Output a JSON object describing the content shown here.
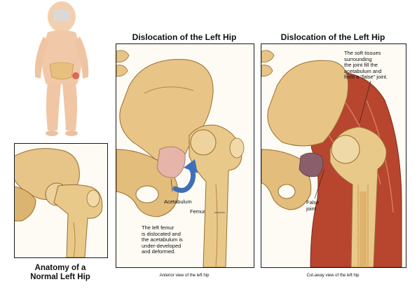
{
  "titles": {
    "middle": "Dislocation of the Left Hip",
    "right": "Dislocation of the Left Hip"
  },
  "normal_caption": {
    "line1": "Anatomy of a",
    "line2": "Normal Left Hip"
  },
  "captions": {
    "middle": "Anterior view of the left hip",
    "right": "Cut-away view of the left hip"
  },
  "labels": {
    "acetabulum": "Acetabulum",
    "femur": "Femur",
    "false_joint_1": "False",
    "false_joint_2": "joint"
  },
  "notes": {
    "middle": [
      "The left femur",
      "is dislocated and",
      "the acetabulum is",
      "under-developed",
      "and deformed."
    ],
    "right": [
      "The soft tissues",
      "surrounding",
      "the joint fill the",
      "acetabulum and",
      "form a “false” joint."
    ]
  },
  "colors": {
    "bone": "#e9c98a",
    "bone_dark": "#b8873f",
    "muscle": "#b8452e",
    "skin": "#f1c9a8",
    "arrow": "#3f6fb8",
    "acetabulum_pink": "#e6b4a8"
  }
}
